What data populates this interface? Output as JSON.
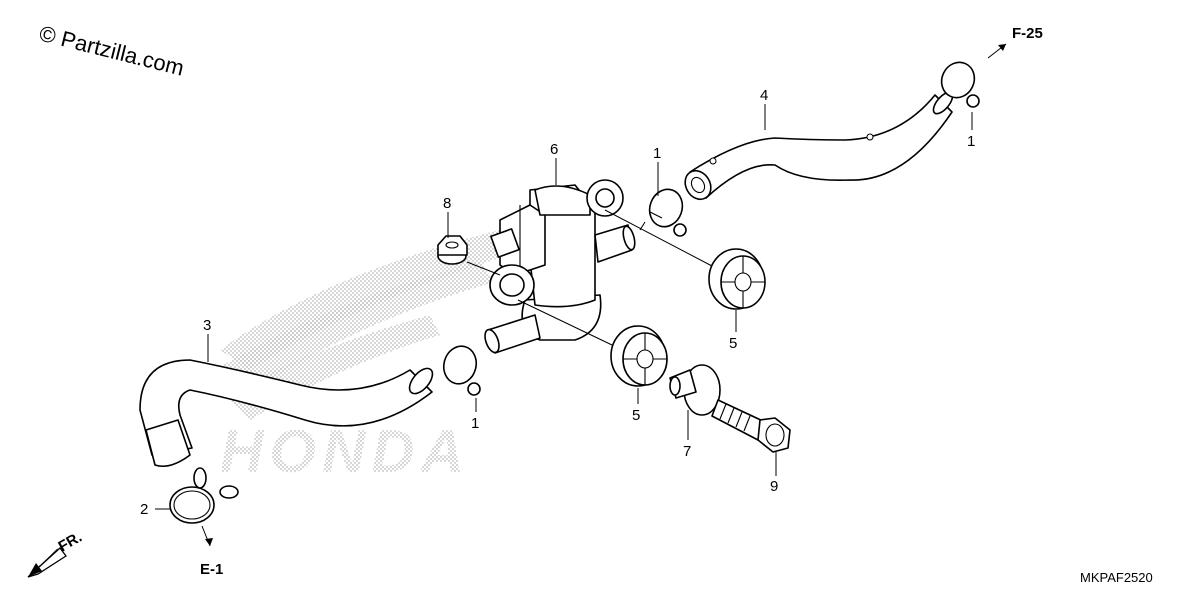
{
  "watermark": {
    "copyright": "© Partzilla.com",
    "brand": "HONDA"
  },
  "refs": {
    "top_right": "F-25",
    "bottom_left": "E-1",
    "front": "FR."
  },
  "diagram_code": "MKPAF2520",
  "callouts": {
    "c1a": "1",
    "c1b": "1",
    "c1c": "1",
    "c2": "2",
    "c3": "3",
    "c4": "4",
    "c5a": "5",
    "c5b": "5",
    "c6": "6",
    "c7": "7",
    "c8": "8",
    "c9": "9"
  }
}
